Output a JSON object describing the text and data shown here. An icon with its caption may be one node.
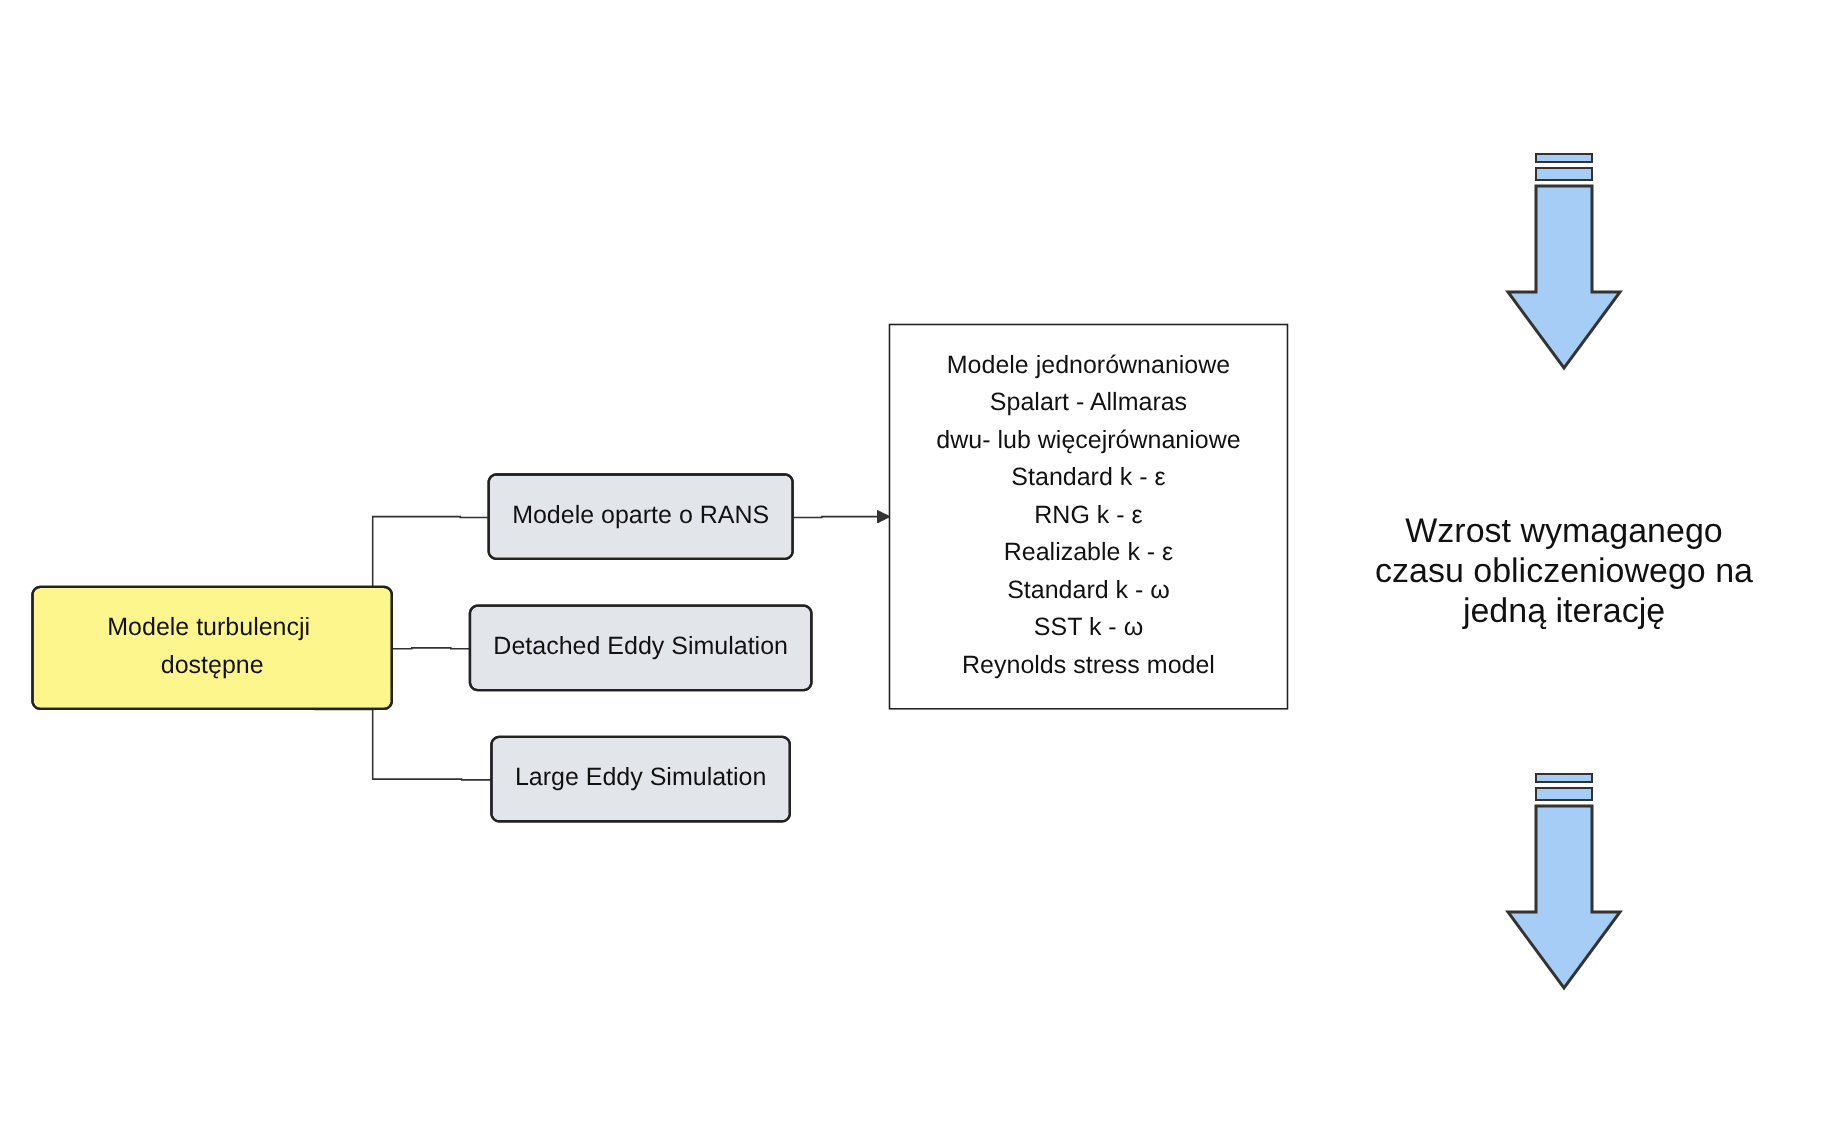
{
  "diagram": {
    "nodes": [
      {
        "text": [
          "Modele turbulencji dostępne"
        ]
      },
      {
        "text": [
          "Modele oparte o RANS"
        ]
      },
      {
        "text": [
          "Modele jednorównaniowe",
          "Spalart - Allmaras",
          "dwu- lub więcejrównaniowe",
          "Standard k - ε",
          "RNG k - ε",
          "Realizable k - ε",
          "Standard k - ω",
          "SST k - ω",
          "Reynolds stress model"
        ]
      },
      {
        "text": [
          "Detached Eddy Simulation"
        ]
      },
      {
        "text": [
          "Large Eddy Simulation"
        ]
      }
    ],
    "edges": [
      {
        "from": 0,
        "to": 1,
        "arrow": "none"
      },
      {
        "from": 1,
        "to": 2,
        "arrow": "to"
      },
      {
        "from": 0,
        "to": 3,
        "arrow": "none"
      },
      {
        "from": 0,
        "to": 4,
        "arrow": "none"
      }
    ],
    "labels": [
      "Wzrost wymaganego czasu obliczeniowego na jedną iterację"
    ]
  }
}
